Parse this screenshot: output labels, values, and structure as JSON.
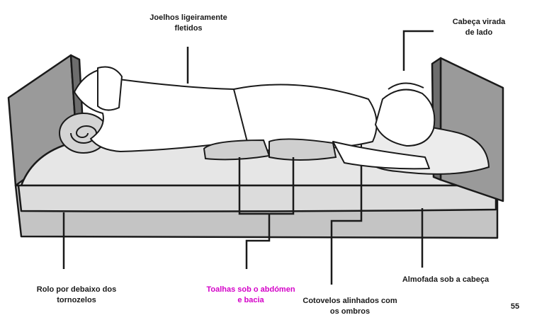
{
  "colors": {
    "ink": "#1a1a1a",
    "highlight_label": "#d400c8",
    "bed_side": "#c4c4c4",
    "mattress": "#dedede",
    "headboard": "#9a9a9a"
  },
  "labels": {
    "knees": [
      "Joelhos ligeiramente",
      "fletidos"
    ],
    "head": [
      "Cabeça virada",
      "de lado"
    ],
    "roll": [
      "Rolo por debaixo dos",
      "tornozelos"
    ],
    "towels": [
      "Toalhas sob o abdómen",
      "e bacia"
    ],
    "elbows": [
      "Cotovelos alinhados com",
      "os ombros"
    ],
    "pillow": [
      "Almofada sob a cabeça"
    ]
  },
  "page_number": "55"
}
